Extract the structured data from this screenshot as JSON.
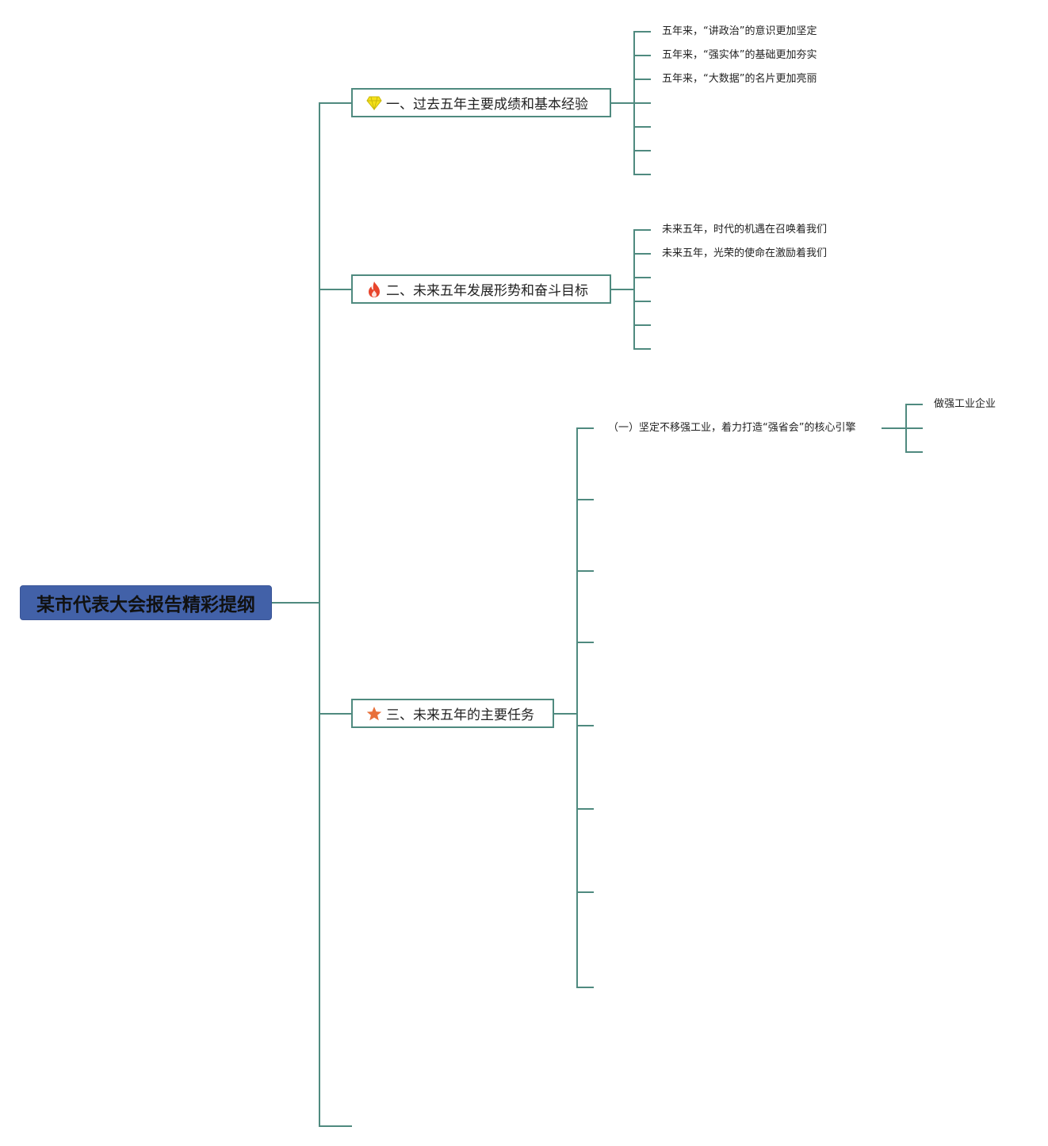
{
  "root": {
    "title": "某市代表大会报告精彩提纲"
  },
  "branches": [
    {
      "label": "一、过去五年主要成绩和基本经验",
      "icon": "diamond-icon",
      "children": [
        "五年来，“讲政治”的意识更加坚定",
        "五年来，“强实体”的基础更加夯实",
        "五年来，“大数据”的名片更加亮丽"
      ]
    },
    {
      "label": "二、未来五年发展形势和奋斗目标",
      "icon": "fire-icon",
      "children": [
        "未来五年，时代的机遇在召唤着我们",
        "未来五年，光荣的使命在激励着我们"
      ]
    },
    {
      "label": "三、未来五年的主要任务",
      "icon": "star-icon",
      "children": [
        {
          "label": "（一）坚定不移强工业，着力打造“强省会”的核心引擎",
          "children": [
            "做强工业企业"
          ]
        }
      ]
    }
  ],
  "colors": {
    "connector": "#4f8a7f",
    "root_fill": "#4261a8",
    "diamond": "#f5e11a",
    "fire": "#e8452c",
    "star": "#e8703a"
  }
}
